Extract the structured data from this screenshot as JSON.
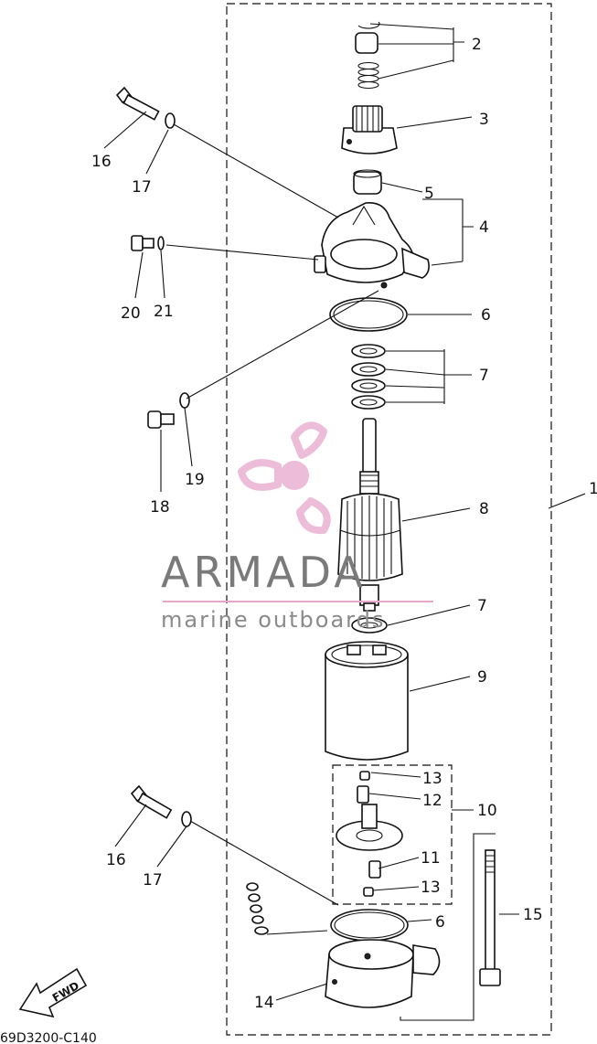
{
  "callouts": {
    "c1": "1",
    "c2": "2",
    "c3": "3",
    "c4": "4",
    "c5": "5",
    "c6a": "6",
    "c6b": "6",
    "c7a": "7",
    "c7b": "7",
    "c8": "8",
    "c9": "9",
    "c10": "10",
    "c11": "11",
    "c12": "12",
    "c13a": "13",
    "c13b": "13",
    "c14": "14",
    "c15": "15",
    "c16a": "16",
    "c16b": "16",
    "c17a": "17",
    "c17b": "17",
    "c18": "18",
    "c19": "19",
    "c20": "20",
    "c21": "21"
  },
  "watermark": {
    "brand": "ARMADA",
    "tagline": "marine outboards",
    "brand_color": "#7a7a7a",
    "logo_color": "#e8a6cb"
  },
  "direction_arrow": "FWD",
  "diagram_code": "69D3200-C140"
}
